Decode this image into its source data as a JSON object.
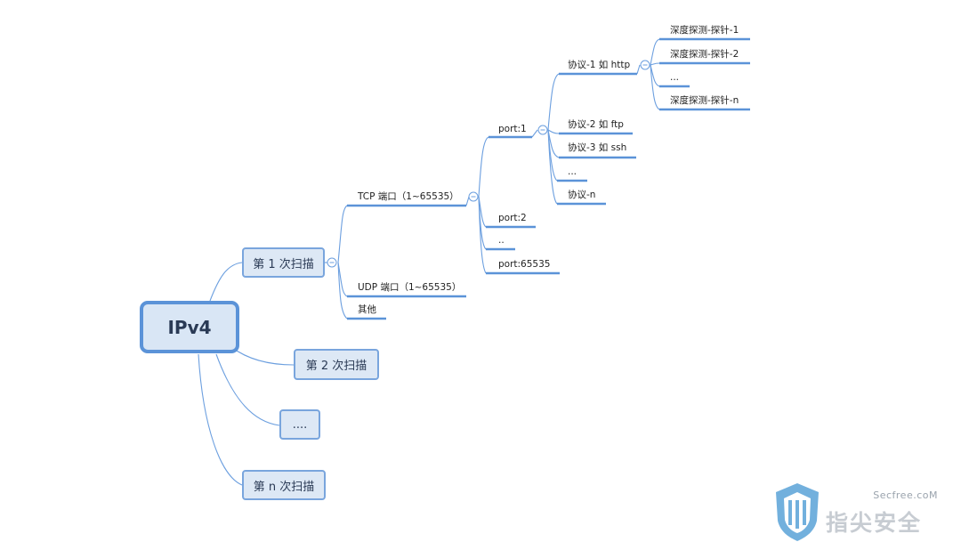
{
  "root": {
    "label": "IPv4"
  },
  "scans": [
    {
      "label": "第 1 次扫描"
    },
    {
      "label": "第 2 次扫描"
    },
    {
      "label": "...."
    },
    {
      "label": "第 n 次扫描"
    }
  ],
  "scan1_children": [
    {
      "label": "TCP 端口（1~65535）"
    },
    {
      "label": "UDP 端口（1~65535）"
    },
    {
      "label": "其他"
    }
  ],
  "tcp_children": [
    {
      "label": "port:1"
    },
    {
      "label": "port:2"
    },
    {
      "label": ".."
    },
    {
      "label": "port:65535"
    }
  ],
  "port1_children": [
    {
      "label": "协议-1 如 http"
    },
    {
      "label": "协议-2 如 ftp"
    },
    {
      "label": "协议-3 如 ssh"
    },
    {
      "label": "..."
    },
    {
      "label": "协议-n"
    }
  ],
  "proto1_children": [
    {
      "label": "深度探测-探针-1"
    },
    {
      "label": "深度探测-探针-2"
    },
    {
      "label": "..."
    },
    {
      "label": "深度探测-探针-n"
    }
  ],
  "watermark": {
    "site": "Secfree.coM",
    "brand": "指尖安全"
  },
  "colors": {
    "line": "#5b93d8",
    "box_fill": "#dde8f5",
    "box_border": "#79a5dd"
  }
}
